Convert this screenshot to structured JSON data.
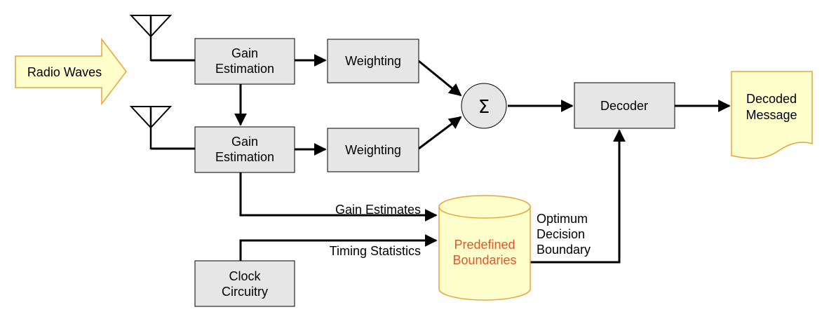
{
  "colors": {
    "block_fill": "#e6e6e6",
    "block_stroke": "#000000",
    "note_fill": "#ffffcc",
    "note_stroke": "#e8a33a",
    "highlight_text": "#e8532a",
    "summer_fill": "#e6e6e6"
  },
  "input": {
    "label": "Radio Waves"
  },
  "branch1": {
    "gain_line1": "Gain",
    "gain_line2": "Estimation",
    "weighting": "Weighting"
  },
  "branch2": {
    "gain_line1": "Gain",
    "gain_line2": "Estimation",
    "weighting": "Weighting"
  },
  "summer": {
    "symbol": "Σ"
  },
  "decoder": {
    "label": "Decoder"
  },
  "output": {
    "line1": "Decoded",
    "line2": "Message"
  },
  "clock": {
    "line1": "Clock",
    "line2": "Circuitry"
  },
  "database": {
    "line1": "Predefined",
    "line2": "Boundaries"
  },
  "edge_labels": {
    "gain_estimates": "Gain Estimates",
    "timing_statistics": "Timing Statistics",
    "optimum_line1": "Optimum",
    "optimum_line2": "Decision",
    "optimum_line3": "Boundary"
  },
  "icons": {
    "antenna": "antenna-icon",
    "arrow": "arrowhead"
  }
}
